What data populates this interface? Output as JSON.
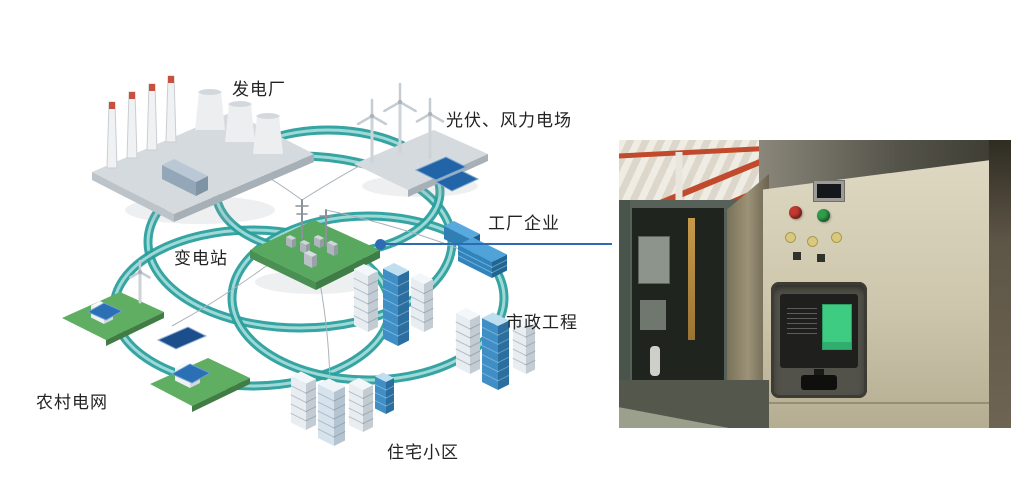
{
  "diagram": {
    "nodes": {
      "power_plant": {
        "label": "发电厂"
      },
      "pv_wind_farm": {
        "label": "光伏、风力电场"
      },
      "factory": {
        "label": "工厂企业"
      },
      "substation": {
        "label": "变电站"
      },
      "municipal": {
        "label": "市政工程"
      },
      "residential": {
        "label": "住宅小区"
      },
      "rural_grid": {
        "label": "农村电网"
      }
    },
    "colors": {
      "ring_teal": "#2b9f9d",
      "connector_blue": "#2d6cb5",
      "substation_green": "#58a95f",
      "building_blue": "#2f84bc",
      "chimney_red": "#c8503e"
    }
  },
  "photo": {
    "indicator_colors": {
      "red": "#c23a2f",
      "green": "#2f9e4c",
      "amber": "#d8c97e",
      "breaker_screen_green": "#3ecb82"
    }
  }
}
